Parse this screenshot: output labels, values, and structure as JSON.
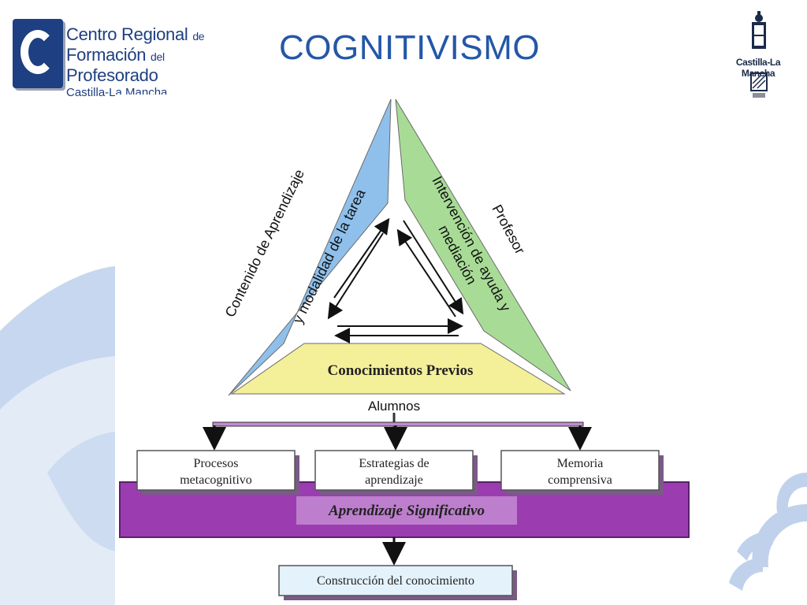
{
  "header": {
    "title": "COGNITIVISMO",
    "logo_left": {
      "line1": "Centro Regional",
      "line1_small": "de",
      "line2a": "Formación",
      "line2_small": "del",
      "line2b": "Profesorado",
      "line3": "Castilla-La Mancha"
    },
    "logo_right": {
      "text": "Castilla-La Mancha"
    }
  },
  "diagram": {
    "left_side": {
      "line1": "Contenido de Aprendizaje",
      "line2": "y modalidad de la tarea"
    },
    "right_side": {
      "line1": "Profesor",
      "line2": "Intervención de ayuda y",
      "line3": "mediación"
    },
    "base": "Conocimientos Previos",
    "alumnos": "Alumnos",
    "boxes": [
      {
        "line1": "Procesos",
        "line2": "metacognitivo"
      },
      {
        "line1": "Estrategias de",
        "line2": "aprendizaje"
      },
      {
        "line1": "Memoria",
        "line2": "comprensiva"
      }
    ],
    "band": "Aprendizaje Significativo",
    "result": "Construcción del conocimiento"
  },
  "colors": {
    "title_blue": "#2457a7",
    "left_panel": "#8fc0ec",
    "right_panel": "#a8dc96",
    "base_panel": "#f4f09a",
    "band_purple": "#9b3db0",
    "deco_blue": "#b8cdea"
  }
}
